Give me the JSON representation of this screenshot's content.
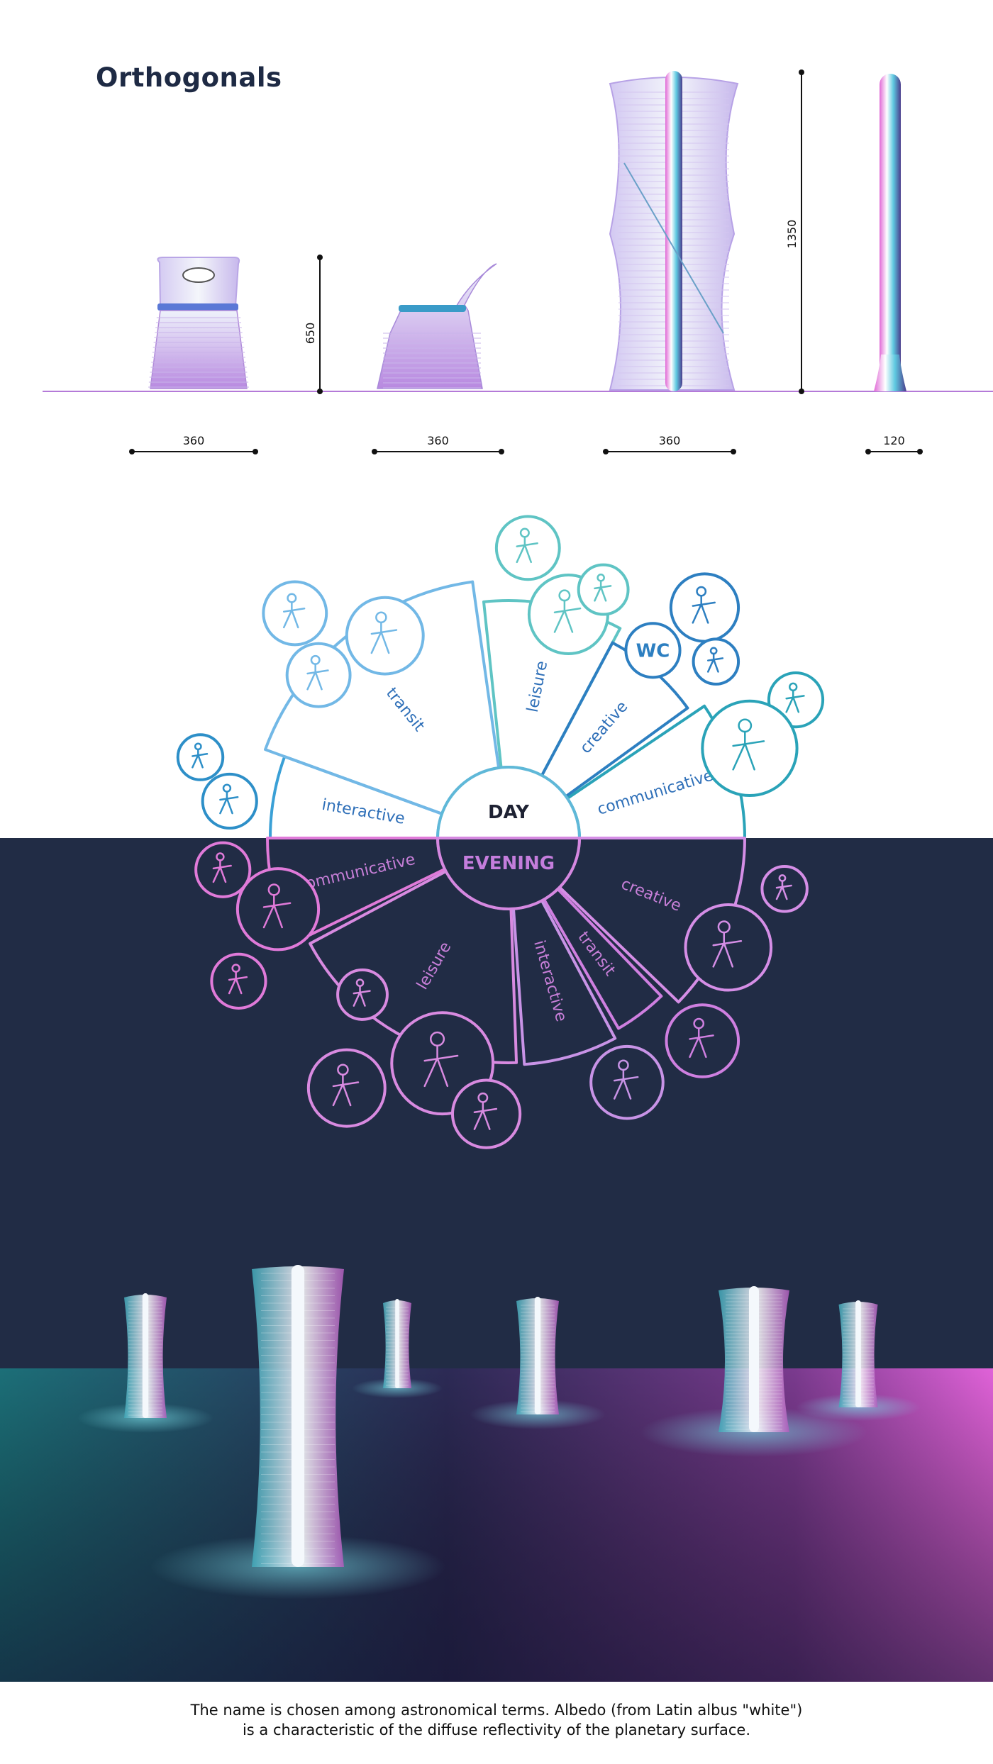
{
  "title": "Orthogonals",
  "dimensions": {
    "height_short": "650",
    "height_tall": "1350",
    "widths": [
      "360",
      "360",
      "360",
      "120"
    ]
  },
  "diagram": {
    "day": {
      "label": "DAY",
      "sectors": [
        "interactive",
        "transit",
        "leisure",
        "creative",
        "communicative"
      ],
      "wc_label": "WC"
    },
    "evening": {
      "label": "EVENING",
      "sectors": [
        "communicative",
        "leisure",
        "interactive",
        "transit",
        "creative"
      ]
    }
  },
  "caption": [
    "The name is chosen among astronomical terms. Albedo (from Latin albus \"white\")",
    "is a characteristic of the diffuse reflectivity of the planetary surface."
  ],
  "colors": {
    "title": "#1e2a44",
    "night": "#212c45",
    "day_light_blue": "#72b8e6",
    "day_teal": "#5fc4c4",
    "day_blue": "#2d7fc1",
    "day_text": "#2e6fb8",
    "evening_pink": "#e07ad9",
    "evening_lilac": "#c893e6"
  }
}
